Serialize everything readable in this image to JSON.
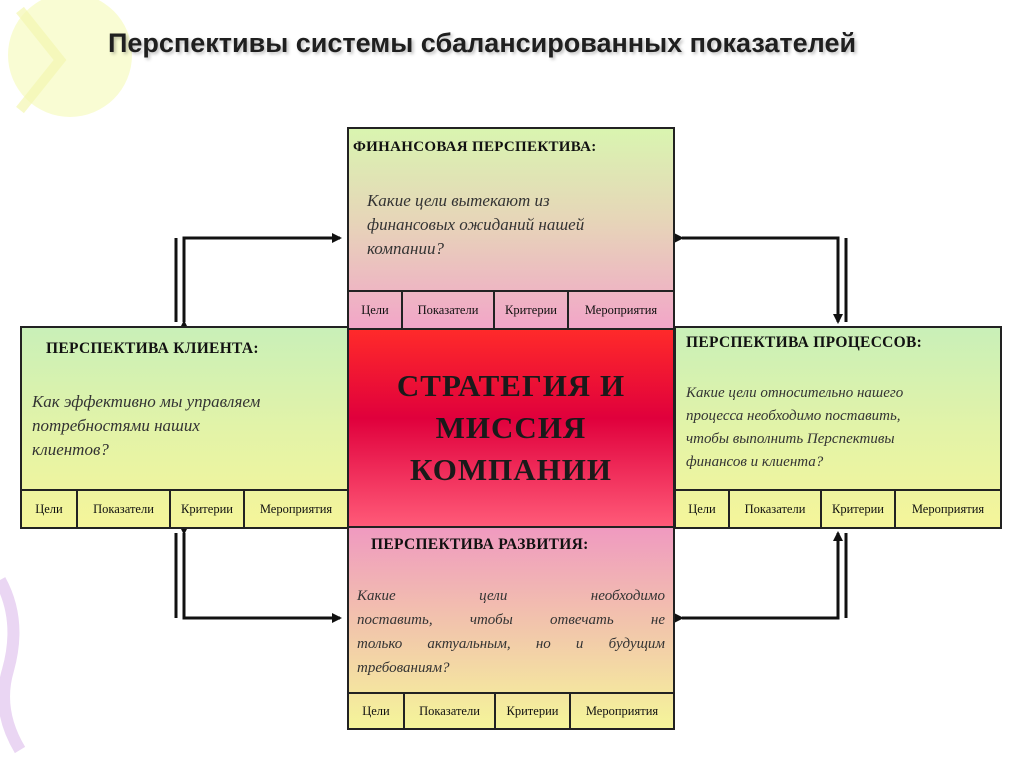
{
  "title": "Перспективы системы сбалансированных показателей",
  "center": {
    "lines": [
      "СТРАТЕГИЯ И",
      "МИССИЯ",
      "КОМПАНИИ"
    ]
  },
  "financial": {
    "heading": "ФИНАНСОВАЯ ПЕРСПЕКТИВА:",
    "question_lines": [
      "Какие цели вытекают из",
      "финансовых ожиданий нашей",
      "компании?"
    ],
    "cells": [
      "Цели",
      "Показатели",
      "Критерии",
      "Мероприятия"
    ]
  },
  "client": {
    "heading": "ПЕРСПЕКТИВА КЛИЕНТА:",
    "question_lines": [
      "Как эффективно мы управляем",
      "потребностями наших",
      "клиентов?"
    ],
    "cells": [
      "Цели",
      "Показатели",
      "Критерии",
      "Мероприятия"
    ]
  },
  "processes": {
    "heading": "ПЕРСПЕКТИВА ПРОЦЕССОВ:",
    "question_lines": [
      "Какие цели относительно нашего",
      "процесса необходимо поставить,",
      "чтобы выполнить Перспективы",
      "финансов и клиента?"
    ],
    "cells": [
      "Цели",
      "Показатели",
      "Критерии",
      "Мероприятия"
    ]
  },
  "development": {
    "heading": "ПЕРСПЕКТИВА РАЗВИТИЯ:",
    "question_lines": [
      "Какие цели необходимо",
      "поставить, чтобы отвечать не",
      "только актуальным, но и будущим",
      "требованиям?"
    ],
    "cells": [
      "Цели",
      "Показатели",
      "Критерии",
      "Мероприятия"
    ]
  },
  "colors": {
    "financial_top": "#d9f5b0",
    "financial_bottom": "#f2a6c8",
    "side_top": "#c9f0b8",
    "side_bottom": "#f5f59a",
    "development_top": "#f09ac0",
    "development_bottom": "#f5f59a",
    "center_red": "#ff2a2a"
  }
}
